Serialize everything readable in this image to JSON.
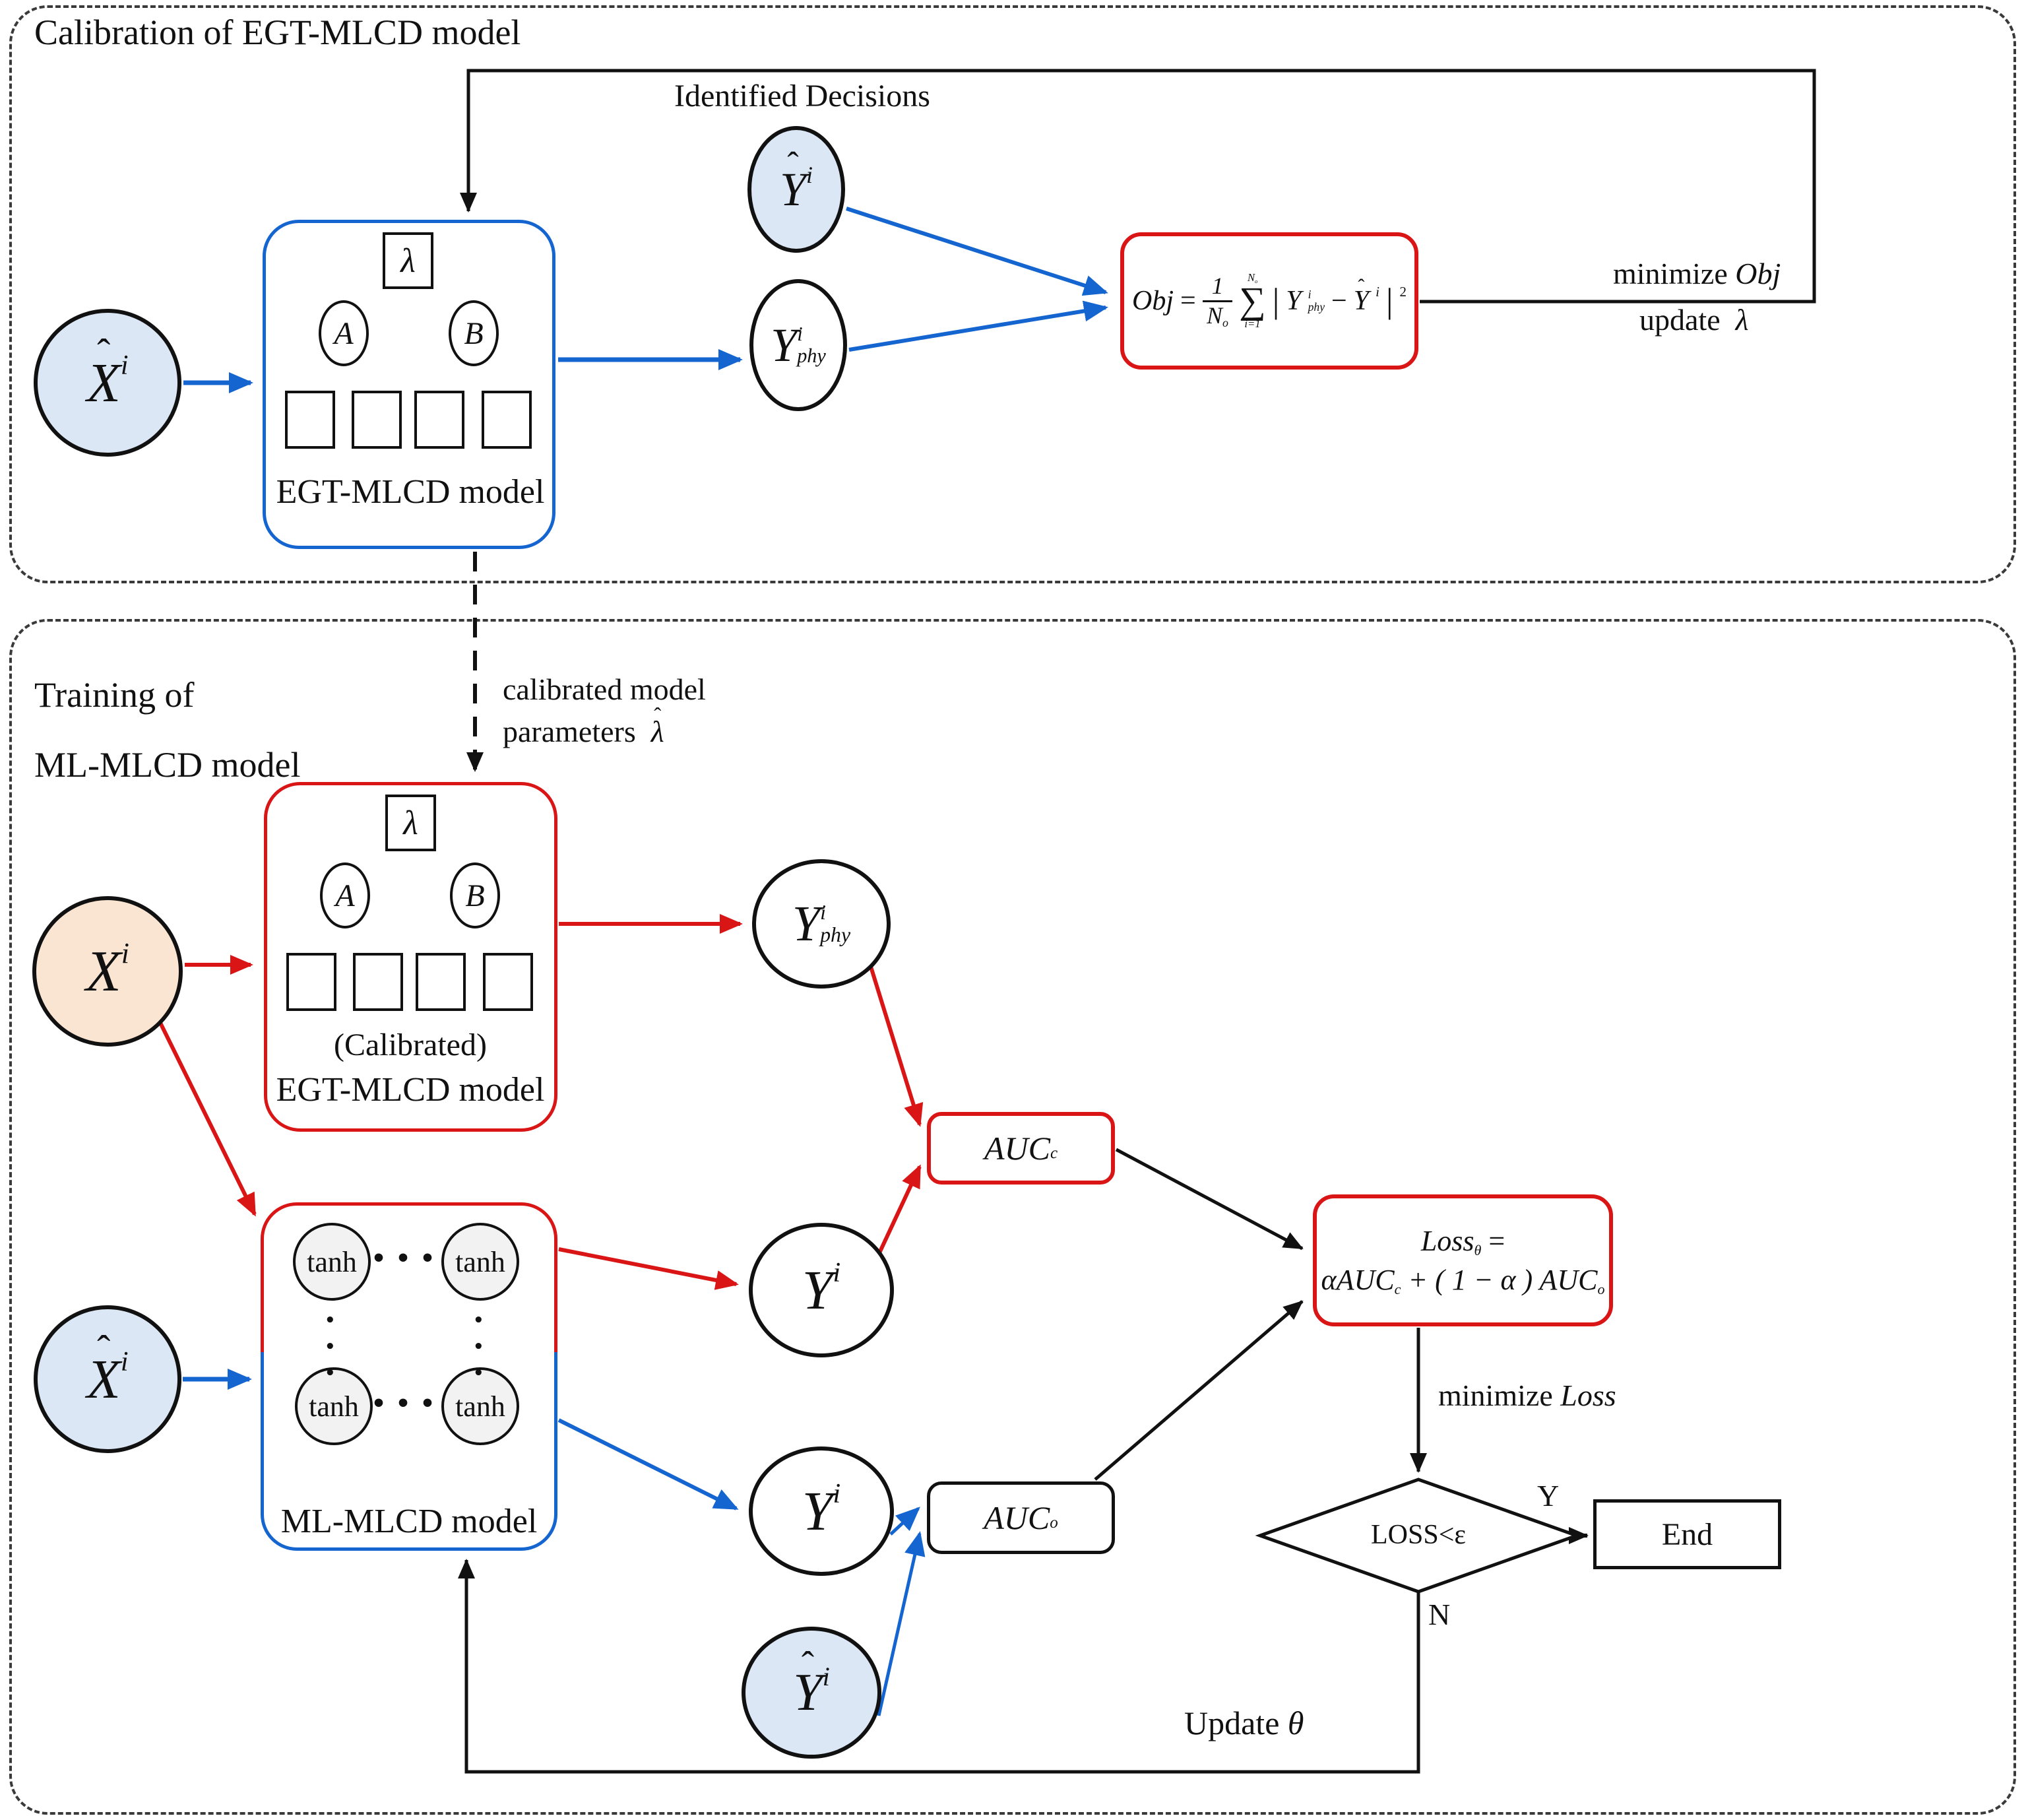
{
  "calibration": {
    "title": "Calibration of EGT-MLCD model",
    "identified_decisions": "Identified Decisions",
    "input_circle": {
      "hat": "ˆ",
      "base": "X",
      "sup": "i"
    },
    "yhat_circle": {
      "hat": "ˆ",
      "base": "Y",
      "sup": "i"
    },
    "yphy_circle": {
      "base": "Y",
      "sup": "i",
      "sub": "phy"
    },
    "egt_box": {
      "lambda": "λ",
      "a": "A",
      "b": "B",
      "label": "EGT-MLCD model"
    },
    "obj": {
      "lhs": "Obj",
      "eq": "=",
      "num": "1",
      "den": "N",
      "den_sub": "o",
      "sum_top": "N",
      "sum_top_sub": "o",
      "sigma": "∑",
      "sum_bot": "i=1",
      "bar1": "|",
      "y": "Y",
      "y_sup": "i",
      "y_sub": "phy",
      "minus": "−",
      "yhat_hat": "ˆ",
      "yhat": "Y",
      "yhat_sup": "i",
      "bar2": "|",
      "power": "2"
    },
    "minimize_word": "minimize",
    "obj_word": "Obj",
    "update_word": "update",
    "lambda_word": "λ"
  },
  "training": {
    "title_line1": "Training of",
    "title_line2": "ML-MLCD model",
    "transfer_line1": "calibrated model",
    "transfer_line2": "parameters",
    "transfer_lambda": "λ",
    "transfer_hat": "ˆ",
    "x_circle": {
      "base": "X",
      "sup": "i"
    },
    "xhat_circle": {
      "hat": "ˆ",
      "base": "X",
      "sup": "i"
    },
    "cal_box": {
      "lambda": "λ",
      "a": "A",
      "b": "B",
      "label1": "(Calibrated)",
      "label2": "EGT-MLCD model"
    },
    "ml_box": {
      "tanh": "tanh",
      "dot": "•",
      "label": "ML-MLCD model"
    },
    "yphy_circle": {
      "base": "Y",
      "sup": "i",
      "sub": "phy"
    },
    "y_red_circle": {
      "base": "Y",
      "sup": "i"
    },
    "y_blue_circle": {
      "base": "Y",
      "sup": "i"
    },
    "yhat_circle": {
      "hat": "ˆ",
      "base": "Y",
      "sup": "i"
    },
    "auc_c": {
      "base": "AUC",
      "sub": "c"
    },
    "auc_o": {
      "base": "AUC",
      "sub": "o"
    },
    "loss": {
      "l1_base": "Loss",
      "l1_sub": "θ",
      "l1_eq": "=",
      "alpha": "α",
      "auc1": "AUC",
      "auc1_sub": "c",
      "mid": "+ ( 1 − α )",
      "auc2": "AUC",
      "auc2_sub": "o"
    },
    "minimize_word": "minimize",
    "loss_word": "Loss",
    "decision": "LOSS<ε",
    "yes": "Y",
    "no": "N",
    "end": "End",
    "update_word": "Update",
    "theta": "θ"
  }
}
